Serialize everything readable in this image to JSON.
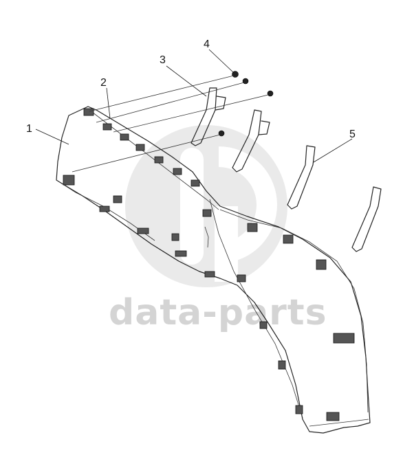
{
  "watermark": {
    "text": "data-parts",
    "logo_icon": "gp-logo-icon",
    "color": "#d4d4d4"
  },
  "callouts": [
    {
      "id": "callout-1",
      "label": "1"
    },
    {
      "id": "callout-2",
      "label": "2"
    },
    {
      "id": "callout-3",
      "label": "3"
    },
    {
      "id": "callout-4",
      "label": "4"
    },
    {
      "id": "callout-5",
      "label": "5"
    }
  ],
  "colors": {
    "line": "#222222",
    "background": "#ffffff"
  }
}
